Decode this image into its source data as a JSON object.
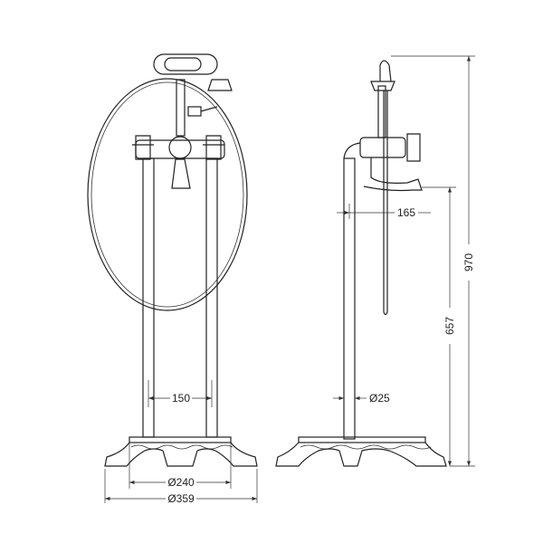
{
  "dimensions": {
    "pipe_spacing": "150",
    "base_inner_diameter": "Ø240",
    "base_outer_diameter": "Ø359",
    "spout_reach": "165",
    "pipe_diameter": "Ø25",
    "total_height": "970",
    "spout_height": "657"
  }
}
